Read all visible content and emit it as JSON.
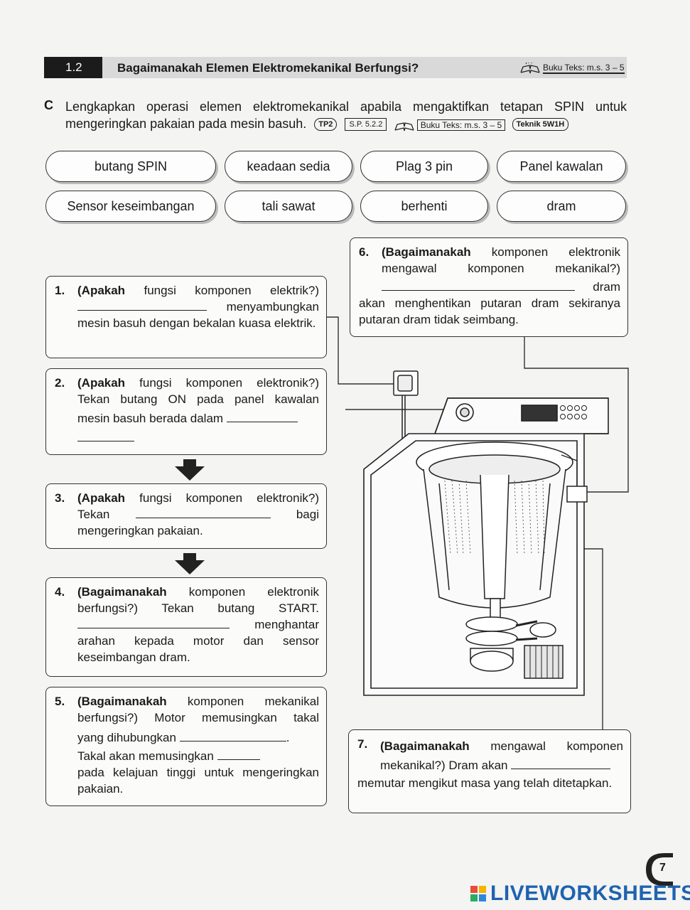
{
  "header": {
    "section_number": "1.2",
    "title": "Bagaimanakah Elemen Elektromekanikal Berfungsi?",
    "book_ref": "Buku Teks: m.s. 3 – 5"
  },
  "instruction": {
    "letter": "C",
    "text": "Lengkapkan operasi elemen elektromekanikal apabila mengaktifkan tetapan SPIN untuk mengeringkan pakaian pada mesin basuh.",
    "tag_tp": "TP2",
    "tag_sp": "S.P. 5.2.2",
    "book_ref": "Buku Teks: m.s. 3 – 5",
    "tag_technique": "Teknik 5W1H"
  },
  "word_bank": [
    "butang SPIN",
    "keadaan sedia",
    "Plag 3 pin",
    "Panel kawalan",
    "Sensor keseimbangan",
    "tali sawat",
    "berhenti",
    "dram"
  ],
  "questions": {
    "q1": {
      "num": "1.",
      "bold": "(Apakah",
      "l1": "fungsi komponen elektrik?)",
      "after_blank": "menyambungkan",
      "rest": "mesin basuh dengan bekalan kuasa elektrik."
    },
    "q2": {
      "num": "2.",
      "bold": "(Apakah",
      "l1": "fungsi komponen elektronik?)",
      "l2": "Tekan butang ON pada panel kawalan",
      "l3": "mesin basuh berada dalam"
    },
    "q3": {
      "num": "3.",
      "bold": "(Apakah",
      "l1": "fungsi komponen elektronik?)",
      "l2a": "Tekan",
      "l2b": "bagi",
      "l3": "mengeringkan pakaian."
    },
    "q4": {
      "num": "4.",
      "bold": "(Bagaimanakah",
      "l1": "komponen elektronik",
      "l2": "berfungsi?) Tekan butang START.",
      "after_blank": "menghantar",
      "rest": "arahan kepada motor dan sensor keseimbangan dram."
    },
    "q5": {
      "num": "5.",
      "bold": "(Bagaimanakah",
      "l1": "komponen mekanikal",
      "l2": "berfungsi?) Motor memusingkan takal",
      "l3": "yang dihubungkan",
      "l4": "Takal akan memusingkan",
      "rest": "pada kelajuan tinggi untuk mengeringkan pakaian."
    },
    "q6": {
      "num": "6.",
      "bold": "(Bagaimanakah",
      "l1": "komponen elektronik",
      "l2": "mengawal komponen mekanikal?)",
      "after_blank": "dram",
      "rest": "akan menghentikan putaran dram sekiranya putaran dram tidak seimbang."
    },
    "q7": {
      "num": "7.",
      "bold": "(Bagaimanakah",
      "l1": "mengawal komponen",
      "l2": "mekanikal?) Dram akan",
      "rest": "memutar mengikut masa yang telah ditetapkan."
    }
  },
  "page_number": "7",
  "watermark": "LIVEWORKSHEETS"
}
